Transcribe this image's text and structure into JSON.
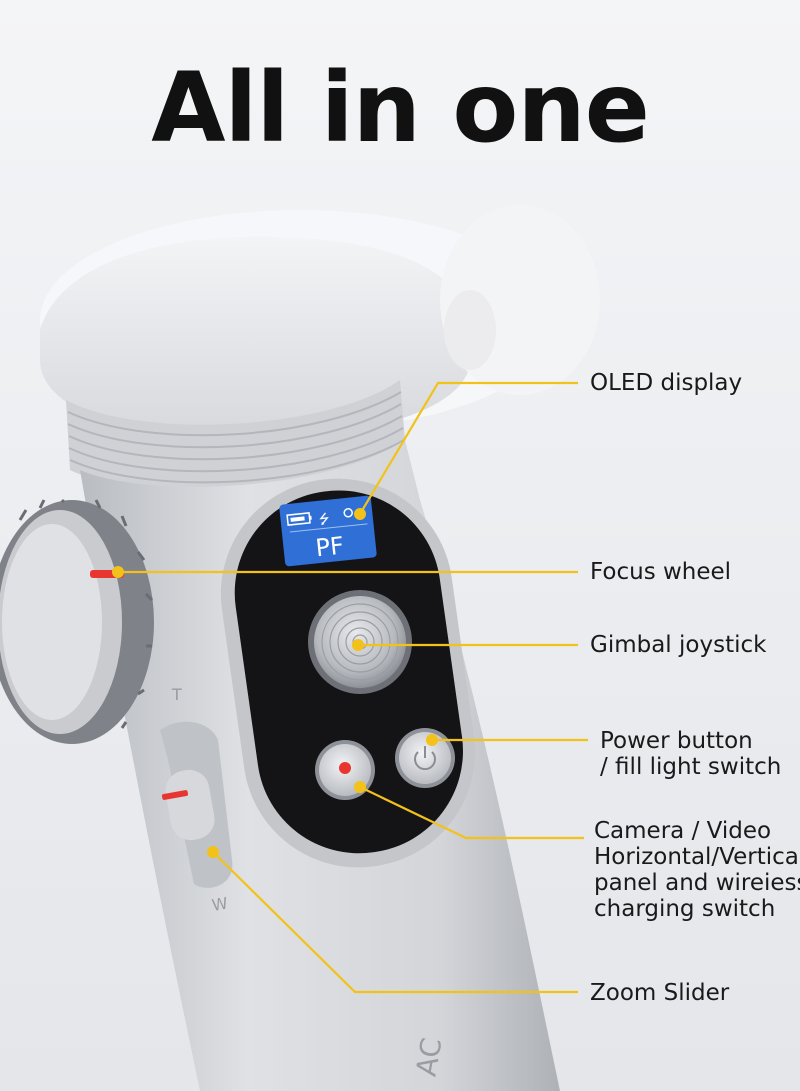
{
  "headline": "All in one",
  "device": {
    "screen_mode": "PF",
    "slider_top_label": "T",
    "slider_bottom_label": "W",
    "body_text": "AC"
  },
  "callouts": {
    "oled_display": "OLED display",
    "focus_wheel": "Focus wheel",
    "gimbal_joystick": "Gimbal joystick",
    "power_button": [
      "Power button",
      "/ fill light switch"
    ],
    "camera_video": [
      "Camera / Video",
      "Horizontal/Vertical",
      "panel and wireiess",
      "charging switch"
    ],
    "zoom_slider": "Zoom Slider"
  },
  "colors": {
    "accent_line": "#f2c21b",
    "indicator_red": "#e8352f",
    "screen_blue": "#2f6fd6"
  },
  "icons": [
    "battery-icon",
    "bluetooth-icon",
    "microphone-icon",
    "power-icon",
    "record-dot-icon"
  ]
}
